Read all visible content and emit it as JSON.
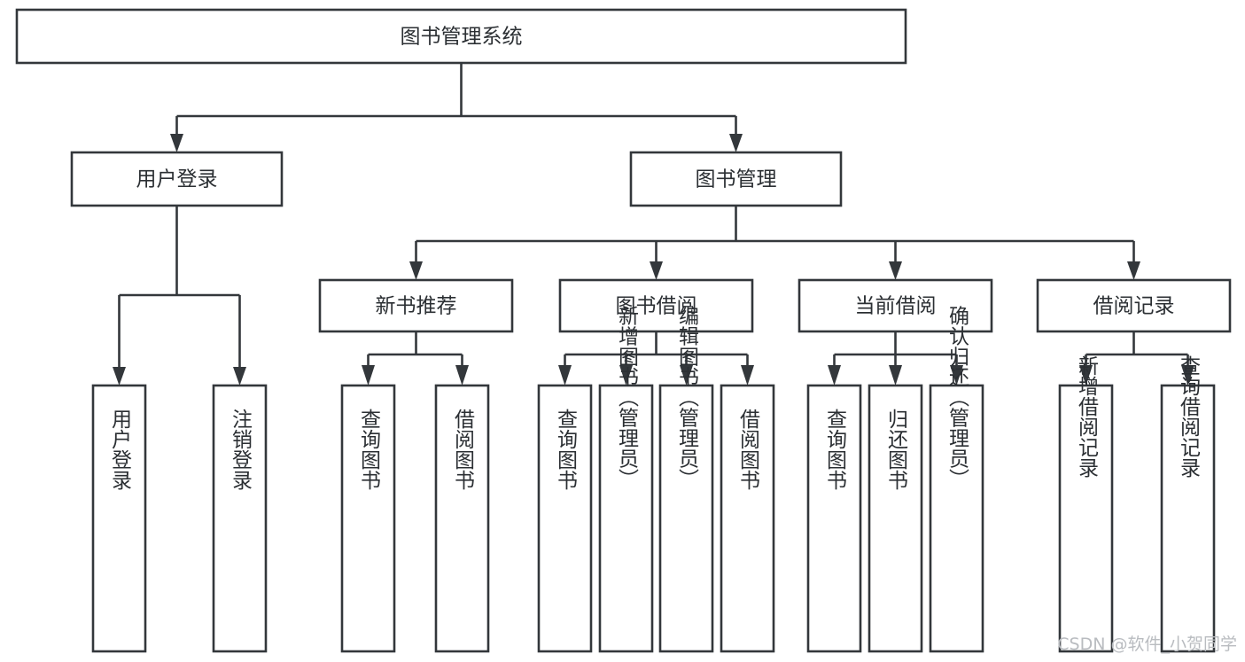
{
  "diagram": {
    "title": "图书管理系统",
    "type": "function-structure-tree",
    "orientation": "top-down",
    "stroke_color": "#33373b",
    "text_color": "#2b2f33",
    "background_color": "#ffffff",
    "root": {
      "id": "root",
      "label": "图书管理系统",
      "label_orientation": "horizontal"
    },
    "level2": [
      {
        "id": "user-login",
        "label": "用户登录",
        "label_orientation": "horizontal"
      },
      {
        "id": "book-manage",
        "label": "图书管理",
        "label_orientation": "horizontal"
      }
    ],
    "level3": [
      {
        "id": "new-book-recommend",
        "parent": "book-manage",
        "label": "新书推荐",
        "label_orientation": "horizontal"
      },
      {
        "id": "book-borrow",
        "parent": "book-manage",
        "label": "图书借阅",
        "label_orientation": "horizontal"
      },
      {
        "id": "current-borrow",
        "parent": "book-manage",
        "label": "当前借阅",
        "label_orientation": "horizontal"
      },
      {
        "id": "borrow-record",
        "parent": "book-manage",
        "label": "借阅记录",
        "label_orientation": "horizontal"
      }
    ],
    "leaves": [
      {
        "id": "leaf-user-login",
        "parent": "user-login",
        "label": "用户登录",
        "label_orientation": "vertical"
      },
      {
        "id": "leaf-user-logout",
        "parent": "user-login",
        "label": "注销登录",
        "label_orientation": "vertical"
      },
      {
        "id": "leaf-query-book-1",
        "parent": "new-book-recommend",
        "label": "查询图书",
        "label_orientation": "vertical"
      },
      {
        "id": "leaf-borrow-book-1",
        "parent": "new-book-recommend",
        "label": "借阅图书",
        "label_orientation": "vertical"
      },
      {
        "id": "leaf-query-book-2",
        "parent": "book-borrow",
        "label": "查询图书",
        "label_orientation": "vertical"
      },
      {
        "id": "leaf-add-book",
        "parent": "book-borrow",
        "label": "新增图书（管理员）",
        "label_orientation": "vertical"
      },
      {
        "id": "leaf-edit-book",
        "parent": "book-borrow",
        "label": "编辑图书（管理员）",
        "label_orientation": "vertical"
      },
      {
        "id": "leaf-borrow-book-2",
        "parent": "book-borrow",
        "label": "借阅图书",
        "label_orientation": "vertical"
      },
      {
        "id": "leaf-query-book-3",
        "parent": "current-borrow",
        "label": "查询图书",
        "label_orientation": "vertical"
      },
      {
        "id": "leaf-return-book",
        "parent": "current-borrow",
        "label": "归还图书",
        "label_orientation": "vertical"
      },
      {
        "id": "leaf-confirm-return",
        "parent": "current-borrow",
        "label": "确认归还（管理员）",
        "label_orientation": "vertical"
      },
      {
        "id": "leaf-add-record",
        "parent": "borrow-record",
        "label": "新增借阅记录",
        "label_orientation": "vertical"
      },
      {
        "id": "leaf-query-record",
        "parent": "borrow-record",
        "label": "查询借阅记录",
        "label_orientation": "vertical"
      }
    ]
  },
  "watermark": {
    "text": "CSDN @软件_小贺同学",
    "color": "#b9bcc0"
  }
}
